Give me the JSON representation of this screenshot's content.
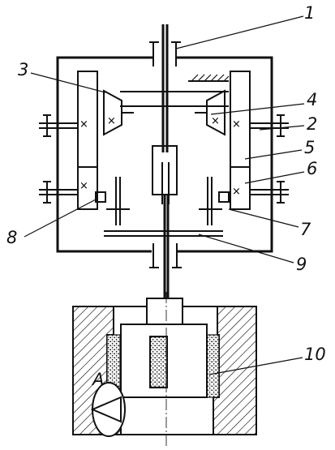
{
  "callouts": [
    {
      "id": "c1",
      "text": "1"
    },
    {
      "id": "c2",
      "text": "2"
    },
    {
      "id": "c3",
      "text": "3"
    },
    {
      "id": "c4",
      "text": "4"
    },
    {
      "id": "c5",
      "text": "5"
    },
    {
      "id": "c6",
      "text": "6"
    },
    {
      "id": "c7",
      "text": "7"
    },
    {
      "id": "c8",
      "text": "8"
    },
    {
      "id": "c9",
      "text": "9"
    },
    {
      "id": "c10",
      "text": "10"
    }
  ],
  "point_label": "A"
}
